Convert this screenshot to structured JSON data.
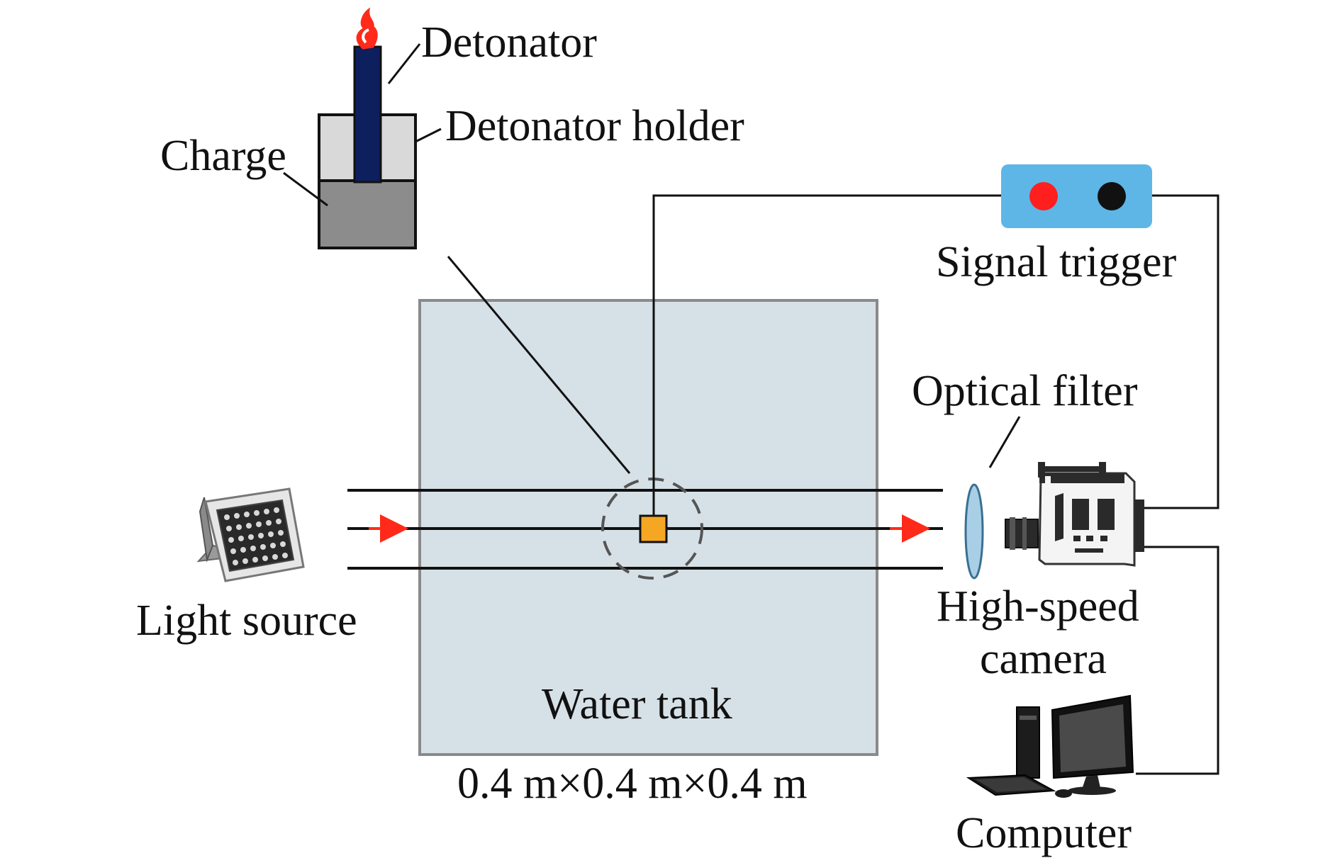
{
  "labels": {
    "detonator": "Detonator",
    "detonator_holder": "Detonator holder",
    "charge": "Charge",
    "signal_trigger": "Signal trigger",
    "optical_filter": "Optical filter",
    "light_source": "Light source",
    "high_speed_camera_line1": "High-speed",
    "high_speed_camera_line2": "camera",
    "water_tank": "Water tank",
    "tank_dimensions": "0.4 m×0.4 m×0.4 m",
    "computer": "Computer"
  },
  "colors": {
    "water_tank_fill": "#d6e1e7",
    "water_tank_stroke": "#8a8a8a",
    "detonator_body": "#0d1f5c",
    "detonator_flame": "#ff2a1a",
    "holder_fill": "#d9d9d9",
    "charge_fill": "#8c8c8c",
    "charge_marker": "#f5a623",
    "trigger_fill": "#5eb6e6",
    "trigger_red_button": "#ff1f1f",
    "trigger_black_button": "#111111",
    "light_ray_arrow": "#ff2a1a",
    "filter_fill": "#a9cfe6"
  },
  "icons": [
    "flame-icon",
    "light-source-icon",
    "camera-icon",
    "computer-icon"
  ]
}
